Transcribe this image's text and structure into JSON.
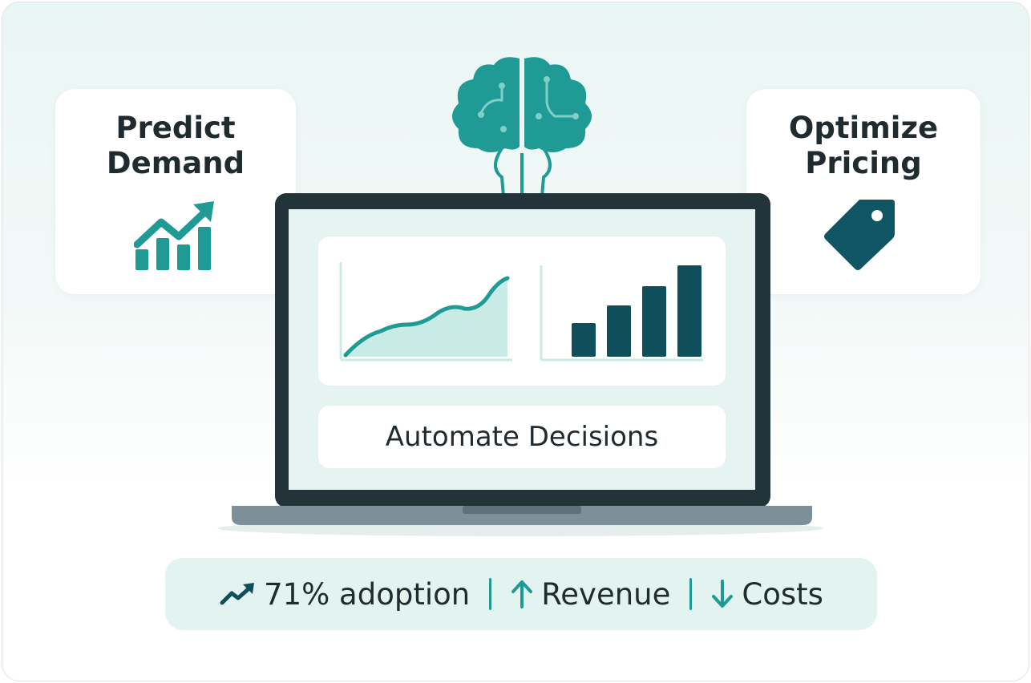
{
  "cards": {
    "left": {
      "title_line1": "Predict",
      "title_line2": "Demand",
      "icon": "trending-bar-chart-icon"
    },
    "right": {
      "title_line1": "Optimize",
      "title_line2": "Pricing",
      "icon": "price-tag-icon"
    }
  },
  "center": {
    "top_icon": "brain-circuit-icon",
    "device": "laptop",
    "decision_label": "Automate Decisions"
  },
  "stats": [
    {
      "icon": "trending-up-icon",
      "label": "71% adoption"
    },
    {
      "icon": "arrow-up-icon",
      "label": "Revenue"
    },
    {
      "icon": "arrow-down-icon",
      "label": "Costs"
    }
  ],
  "colors": {
    "teal": "#1f9a95",
    "dark_teal": "#0f4f5c",
    "laptop_frame": "#23333a",
    "text": "#1f2b2e",
    "light_teal": "#c9ebe5"
  }
}
